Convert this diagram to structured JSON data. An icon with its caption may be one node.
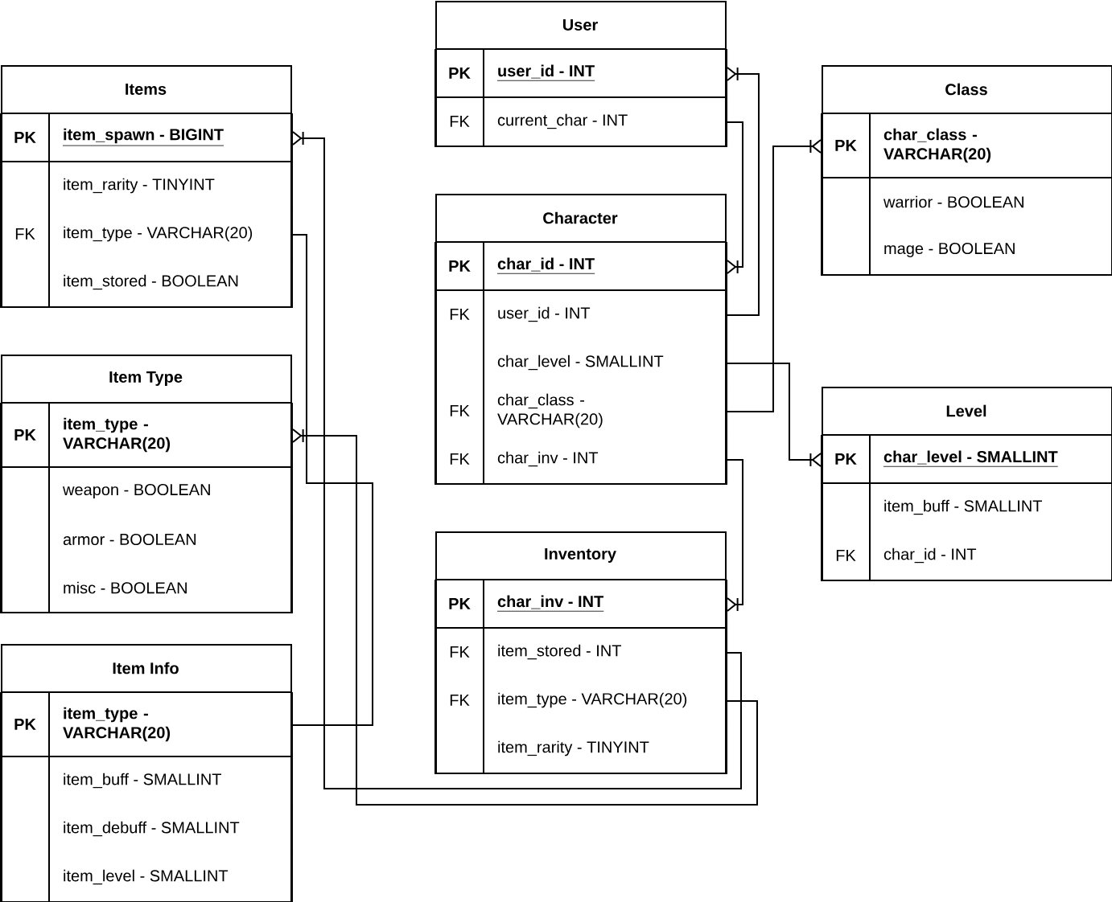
{
  "diagram": {
    "nodes": [
      {
        "text": [
          "Items"
        ]
      },
      {
        "text": [
          "PK",
          "item_spawn - BIGINT"
        ],
        "in": 0
      },
      {
        "text": [
          "item_rarity - TINYINT"
        ],
        "in": 0
      },
      {
        "text": [
          "FK",
          "item_type - VARCHAR(20)"
        ],
        "in": 0
      },
      {
        "text": [
          "item_stored - BOOLEAN"
        ],
        "in": 0
      },
      {
        "text": [
          "User"
        ]
      },
      {
        "text": [
          "PK",
          "user_id - INT"
        ],
        "in": 5
      },
      {
        "text": [
          "FK",
          "current_char - INT"
        ],
        "in": 5
      },
      {
        "text": [
          "Class"
        ]
      },
      {
        "text": [
          "PK",
          "char_class - VARCHAR(20)"
        ],
        "in": 8
      },
      {
        "text": [
          "warrior - BOOLEAN"
        ],
        "in": 8
      },
      {
        "text": [
          "mage - BOOLEAN"
        ],
        "in": 8
      },
      {
        "text": [
          "Character"
        ]
      },
      {
        "text": [
          "PK",
          "char_id - INT"
        ],
        "in": 12
      },
      {
        "text": [
          "FK",
          "user_id - INT"
        ],
        "in": 12
      },
      {
        "text": [
          "char_level - SMALLINT"
        ],
        "in": 12
      },
      {
        "text": [
          "FK",
          "char_class - VARCHAR(20)"
        ],
        "in": 12
      },
      {
        "text": [
          "FK",
          "char_inv - INT"
        ],
        "in": 12
      },
      {
        "text": [
          "Item Type"
        ]
      },
      {
        "text": [
          "PK",
          "item_type - VARCHAR(20)"
        ],
        "in": 18
      },
      {
        "text": [
          "weapon - BOOLEAN"
        ],
        "in": 18
      },
      {
        "text": [
          "armor - BOOLEAN"
        ],
        "in": 18
      },
      {
        "text": [
          "misc - BOOLEAN"
        ],
        "in": 18
      },
      {
        "text": [
          "Level"
        ]
      },
      {
        "text": [
          "PK",
          "char_level - SMALLINT"
        ],
        "in": 23
      },
      {
        "text": [
          "item_buff - SMALLINT"
        ],
        "in": 23
      },
      {
        "text": [
          "FK",
          "char_id - INT"
        ],
        "in": 23
      },
      {
        "text": [
          "Inventory"
        ]
      },
      {
        "text": [
          "PK",
          "char_inv - INT"
        ],
        "in": 27
      },
      {
        "text": [
          "FK",
          "item_stored - INT"
        ],
        "in": 27
      },
      {
        "text": [
          "FK",
          "item_type - VARCHAR(20)"
        ],
        "in": 27
      },
      {
        "text": [
          "item_rarity - TINYINT"
        ],
        "in": 27
      },
      {
        "text": [
          "Item Info"
        ]
      },
      {
        "text": [
          "PK",
          "item_type - VARCHAR(20)"
        ],
        "in": 32
      },
      {
        "text": [
          "item_buff - SMALLINT"
        ],
        "in": 32
      },
      {
        "text": [
          "item_debuff - SMALLINT"
        ],
        "in": 32
      },
      {
        "text": [
          "item_level - SMALLINT"
        ],
        "in": 32
      }
    ],
    "edges": [
      {
        "from": 3,
        "to": 33,
        "arrow": "none"
      },
      {
        "from": 30,
        "to": 19,
        "arrow": "other"
      },
      {
        "from": 29,
        "to": 1,
        "arrow": "other"
      },
      {
        "from": 14,
        "to": 6,
        "arrow": "other"
      },
      {
        "from": 7,
        "to": 13,
        "arrow": "other"
      },
      {
        "from": 15,
        "to": 24,
        "arrow": "other"
      },
      {
        "from": 16,
        "to": 9,
        "arrow": "other"
      },
      {
        "from": 17,
        "to": 28,
        "arrow": "other"
      }
    ]
  }
}
